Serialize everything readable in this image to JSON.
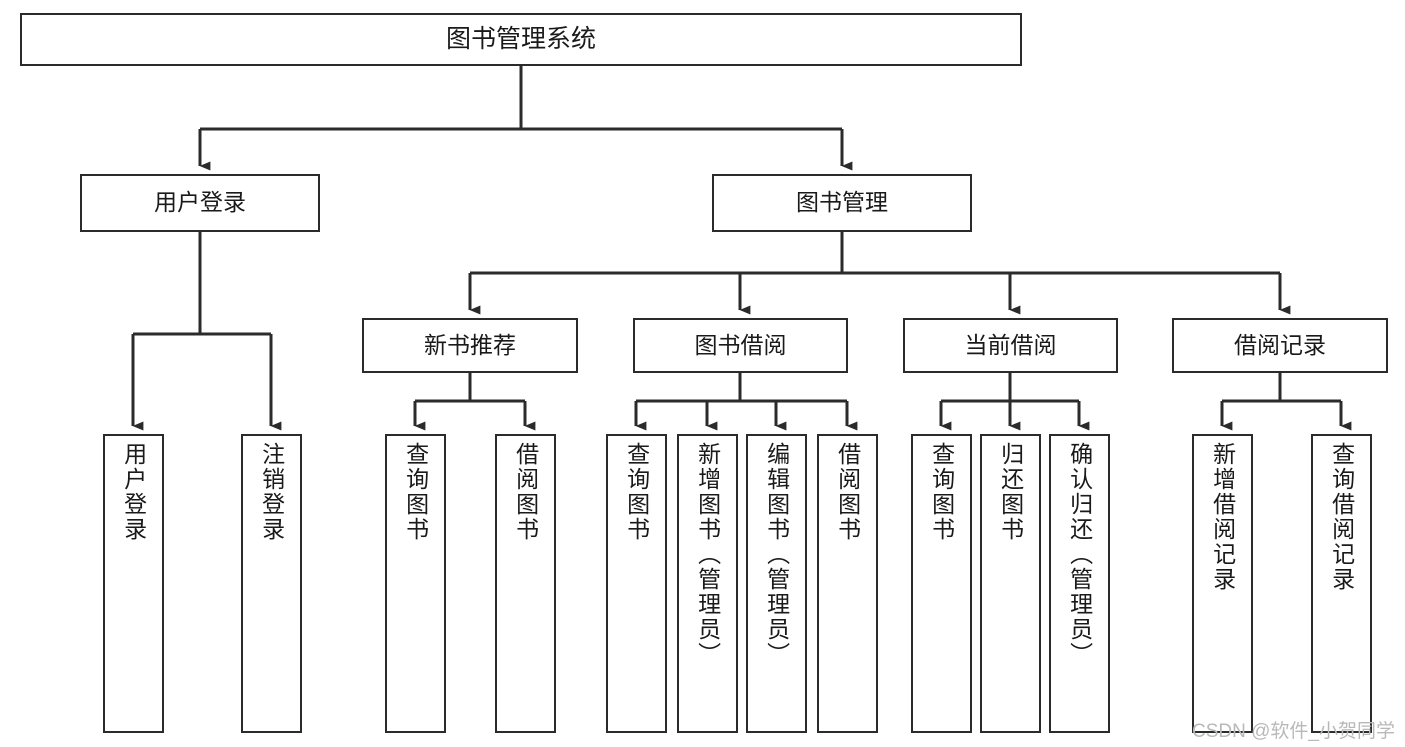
{
  "diagram": {
    "type": "tree-hierarchy",
    "title": "图书管理系统",
    "stroke_color": "#2b2b2b",
    "background_color": "#ffffff",
    "text_color": "#1a1a1a",
    "nodes": {
      "root": {
        "label": "图书管理系统"
      },
      "level1": [
        {
          "id": "user-login",
          "label": "用户登录"
        },
        {
          "id": "book-management",
          "label": "图书管理"
        }
      ],
      "level2": [
        {
          "id": "new-book-recommend",
          "label": "新书推荐"
        },
        {
          "id": "book-borrow",
          "label": "图书借阅"
        },
        {
          "id": "current-borrow",
          "label": "当前借阅"
        },
        {
          "id": "borrow-record",
          "label": "借阅记录"
        }
      ],
      "leaves": {
        "user_login": [
          {
            "id": "leaf-user-login",
            "label": "用户登录"
          },
          {
            "id": "leaf-user-logout",
            "label": "注销登录"
          }
        ],
        "new_book_recommend": [
          {
            "id": "leaf-query-book-1",
            "label": "查询图书"
          },
          {
            "id": "leaf-borrow-book-1",
            "label": "借阅图书"
          }
        ],
        "book_borrow": [
          {
            "id": "leaf-query-book-2",
            "label": "查询图书"
          },
          {
            "id": "leaf-add-book",
            "label": "新增图书（管理员）"
          },
          {
            "id": "leaf-edit-book",
            "label": "编辑图书（管理员）"
          },
          {
            "id": "leaf-borrow-book-2",
            "label": "借阅图书"
          }
        ],
        "current_borrow": [
          {
            "id": "leaf-query-book-3",
            "label": "查询图书"
          },
          {
            "id": "leaf-return-book",
            "label": "归还图书"
          },
          {
            "id": "leaf-confirm-return",
            "label": "确认归还（管理员）"
          }
        ],
        "borrow_record": [
          {
            "id": "leaf-add-borrow-record",
            "label": "新增借阅记录"
          },
          {
            "id": "leaf-query-borrow-record",
            "label": "查询借阅记录"
          }
        ]
      }
    }
  },
  "watermark": {
    "text": "CSDN @软件_小贺同学",
    "color": "#b9b9b9"
  }
}
